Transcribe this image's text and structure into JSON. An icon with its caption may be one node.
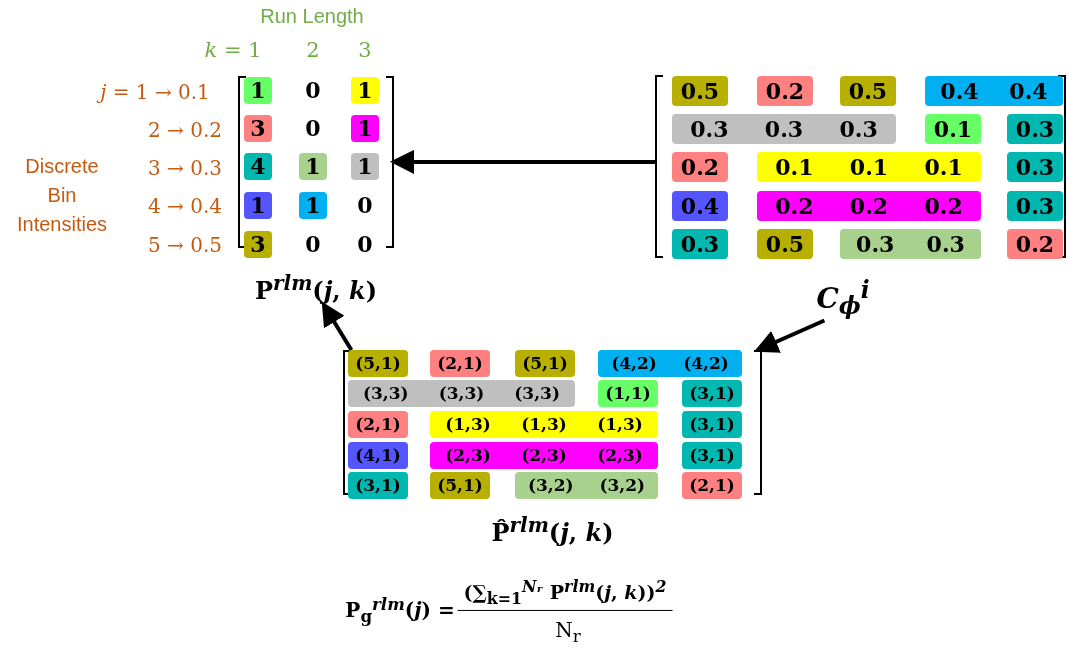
{
  "diagram": {
    "nodes": [
      {
        "text": [],
        "shape": "bracket",
        "beside": [
          "P$^{rlm}$(*j*, *k*)"
        ]
      },
      {
        "text": [
          "1"
        ],
        "in": 0
      },
      {
        "text": [
          "1"
        ],
        "in": 0
      },
      {
        "text": [
          "3"
        ],
        "in": 0
      },
      {
        "text": [
          "1"
        ],
        "in": 0
      },
      {
        "text": [
          "4"
        ],
        "in": 0
      },
      {
        "text": [
          "1"
        ],
        "in": 0
      },
      {
        "text": [
          "1"
        ],
        "in": 0
      },
      {
        "text": [
          "1"
        ],
        "in": 0
      },
      {
        "text": [
          "1"
        ],
        "in": 0
      },
      {
        "text": [
          "3"
        ],
        "in": 0
      },
      {
        "text": [],
        "shape": "bracket"
      },
      {
        "text": [
          "0.5"
        ],
        "in": 11
      },
      {
        "text": [
          "0.2"
        ],
        "in": 11
      },
      {
        "text": [
          "0.5"
        ],
        "in": 11
      },
      {
        "text": [
          "0.4",
          "0.4"
        ],
        "in": 11
      },
      {
        "text": [
          "0.3",
          "0.3",
          "0.3"
        ],
        "in": 11
      },
      {
        "text": [
          "0.1"
        ],
        "in": 11
      },
      {
        "text": [
          "0.3"
        ],
        "in": 11
      },
      {
        "text": [
          "0.2"
        ],
        "in": 11
      },
      {
        "text": [
          "0.1",
          "0.1",
          "0.1"
        ],
        "in": 11
      },
      {
        "text": [
          "0.3"
        ],
        "in": 11
      },
      {
        "text": [
          "0.4"
        ],
        "in": 11
      },
      {
        "text": [
          "0.2",
          "0.2",
          "0.2"
        ],
        "in": 11
      },
      {
        "text": [
          "0.3"
        ],
        "in": 11
      },
      {
        "text": [
          "0.3"
        ],
        "in": 11
      },
      {
        "text": [
          "0.5"
        ],
        "in": 11
      },
      {
        "text": [
          "0.3",
          "0.3"
        ],
        "in": 11
      },
      {
        "text": [
          "0.2"
        ],
        "in": 11
      },
      {
        "text": [
          "C$_{ϕ}$$^{i}$"
        ]
      },
      {
        "text": [],
        "shape": "bracket",
        "beside": [
          "P̂$^{rlm}$(*j*, *k*)"
        ]
      },
      {
        "text": [
          "(5,1)"
        ],
        "in": 30
      },
      {
        "text": [
          "(2,1)"
        ],
        "in": 30
      },
      {
        "text": [
          "(5,1)"
        ],
        "in": 30
      },
      {
        "text": [
          "(4,2)",
          "(4,2)"
        ],
        "in": 30
      },
      {
        "text": [
          "(3,3)",
          "(3,3)",
          "(3,3)"
        ],
        "in": 30
      },
      {
        "text": [
          "(1,1)"
        ],
        "in": 30
      },
      {
        "text": [
          "(3,1)"
        ],
        "in": 30
      },
      {
        "text": [
          "(2,1)"
        ],
        "in": 30
      },
      {
        "text": [
          "(1,3)",
          "(1,3)",
          "(1,3)"
        ],
        "in": 30
      },
      {
        "text": [
          "(3,1)"
        ],
        "in": 30
      },
      {
        "text": [
          "(4,1)"
        ],
        "in": 30
      },
      {
        "text": [
          "(2,3)",
          "(2,3)",
          "(2,3)"
        ],
        "in": 30
      },
      {
        "text": [
          "(3,1)"
        ],
        "in": 30
      },
      {
        "text": [
          "(3,1)"
        ],
        "in": 30
      },
      {
        "text": [
          "(5,1)"
        ],
        "in": 30
      },
      {
        "text": [
          "(3,2)",
          "(3,2)"
        ],
        "in": 30
      },
      {
        "text": [
          "(2,1)"
        ],
        "in": 30
      }
    ],
    "edges": [
      {
        "from": 11,
        "to": 0,
        "arrow": "to"
      },
      {
        "from": 29,
        "to": 30,
        "arrow": "to"
      },
      {
        "from": 30,
        "to": 0,
        "arrow": "to"
      }
    ],
    "labels": [
      "Run Length",
      "*k* = 1",
      "2",
      "3",
      "*j* = 1 → 0.1",
      "0",
      "2 → 0.2",
      "0",
      "Discrete Bin Intensities",
      "3 → 0.3",
      "4 → 0.4",
      "0",
      "5 → 0.5",
      "0",
      "0",
      "P$_{g}$$^{rlm}$(*j*) =",
      "(∑$_{k=1}$$^{Nᵣ}$ P$^{rlm}$(*j*, *k*))$^{2}$",
      "N$_{r}$"
    ]
  }
}
